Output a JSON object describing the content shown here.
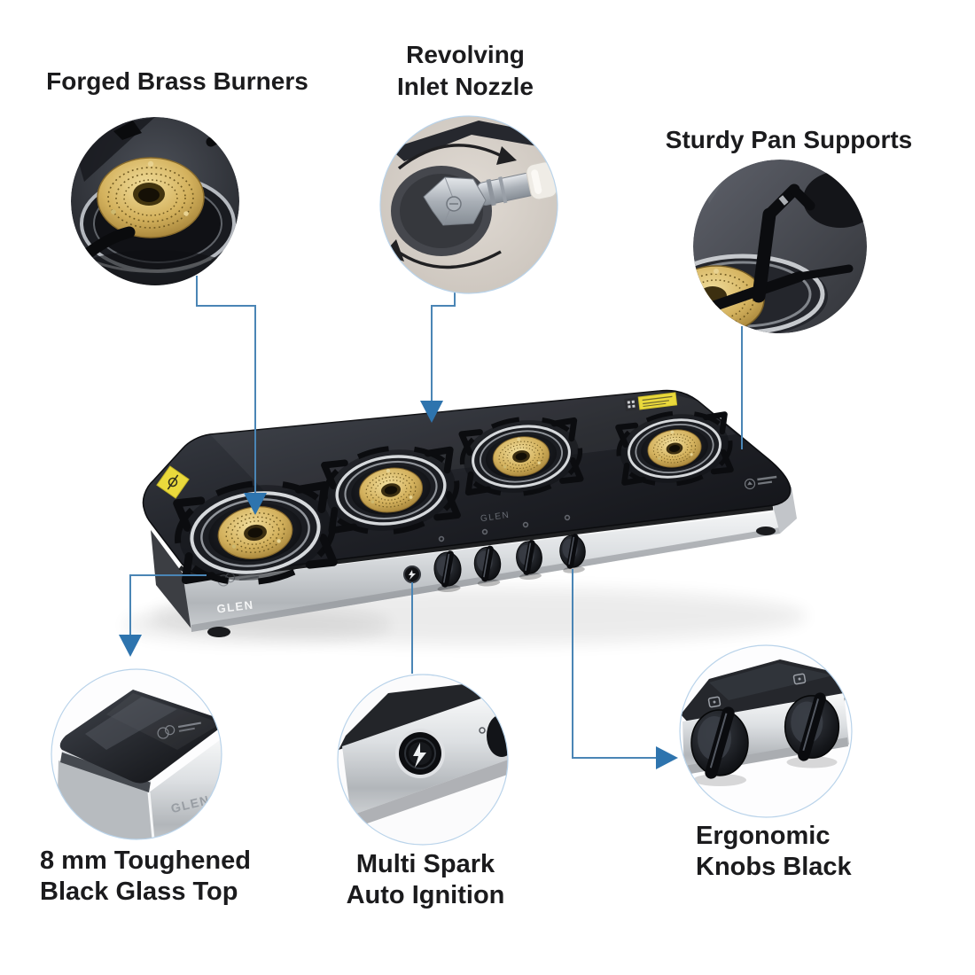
{
  "brand": {
    "front_panel_logo": "GLEN",
    "glass_etch_logo": "GLEN",
    "inset_panel_logo": "GLEN"
  },
  "callouts": {
    "forged_brass": {
      "lines": [
        "Forged Brass Burners"
      ]
    },
    "inlet_nozzle": {
      "lines": [
        "Revolving",
        "Inlet Nozzle"
      ]
    },
    "pan_supports": {
      "lines": [
        "Sturdy Pan Supports"
      ]
    },
    "glass_top": {
      "lines": [
        "8 mm Toughened",
        "Black Glass Top"
      ]
    },
    "auto_ignition": {
      "lines": [
        "Multi Spark",
        "Auto Ignition"
      ]
    },
    "knobs": {
      "lines": [
        "Ergonomic",
        "Knobs Black"
      ]
    }
  },
  "colors": {
    "connector_line": "#4a85b5",
    "arrowhead": "#2e74ae",
    "brass": "#d4b25e",
    "glass_top": "#1a1c21",
    "stainless_steel": "#d7dadd",
    "sticker_yellow": "#e9d83a",
    "label_text": "#1b1b1d"
  }
}
